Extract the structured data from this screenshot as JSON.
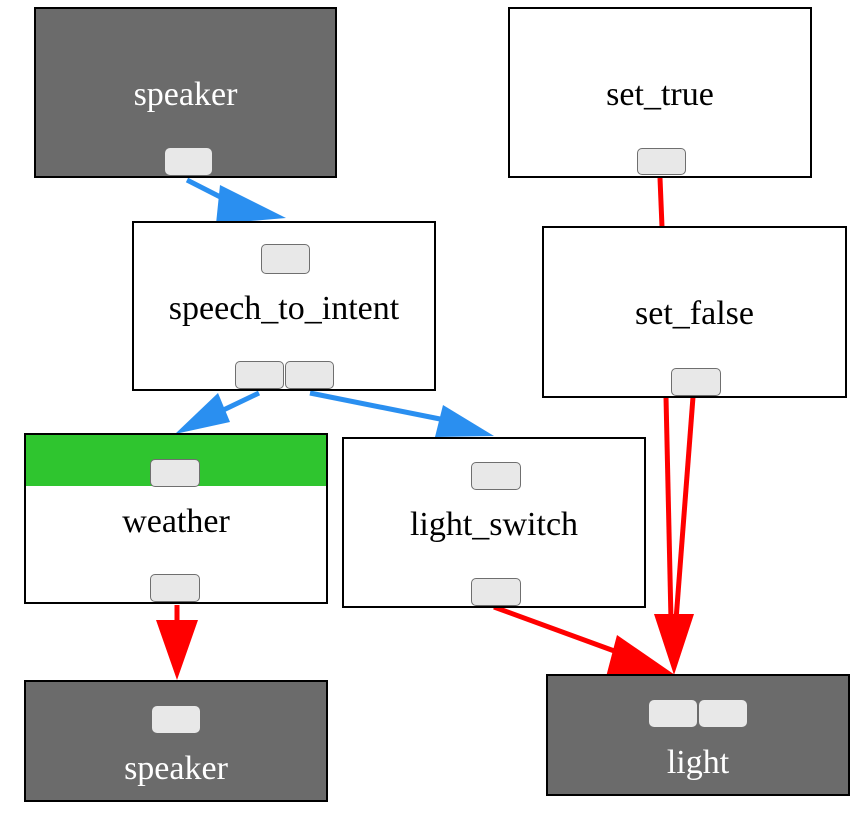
{
  "nodes": {
    "speaker_source": {
      "label": "speaker",
      "theme": "dark"
    },
    "set_true": {
      "label": "set_true",
      "theme": "light"
    },
    "speech_to_intent": {
      "label": "speech_to_intent",
      "theme": "light"
    },
    "set_false": {
      "label": "set_false",
      "theme": "light"
    },
    "weather": {
      "label": "weather",
      "theme": "light",
      "status_color": "#2fc52f"
    },
    "light_switch": {
      "label": "light_switch",
      "theme": "light"
    },
    "speaker_sink": {
      "label": "speaker",
      "theme": "dark"
    },
    "light": {
      "label": "light",
      "theme": "dark"
    }
  },
  "edges": [
    {
      "from": "speaker_source",
      "to": "speech_to_intent",
      "color": "#2a8ff0"
    },
    {
      "from": "speech_to_intent",
      "to": "weather",
      "color": "#2a8ff0"
    },
    {
      "from": "speech_to_intent",
      "to": "light_switch",
      "color": "#2a8ff0"
    },
    {
      "from": "set_true",
      "to": "set_false",
      "color": "#ff0000"
    },
    {
      "from": "set_false",
      "to": "light",
      "color": "#ff0000"
    },
    {
      "from": "set_false",
      "to": "light",
      "color": "#ff0000"
    },
    {
      "from": "weather",
      "to": "speaker_sink",
      "color": "#ff0000"
    },
    {
      "from": "light_switch",
      "to": "light",
      "color": "#ff0000"
    }
  ],
  "colors": {
    "dark_node": "#6b6b6b",
    "port_fill": "#e8e8e8",
    "data_edge": "#2a8ff0",
    "control_edge": "#ff0000",
    "active_status": "#2fc52f"
  }
}
